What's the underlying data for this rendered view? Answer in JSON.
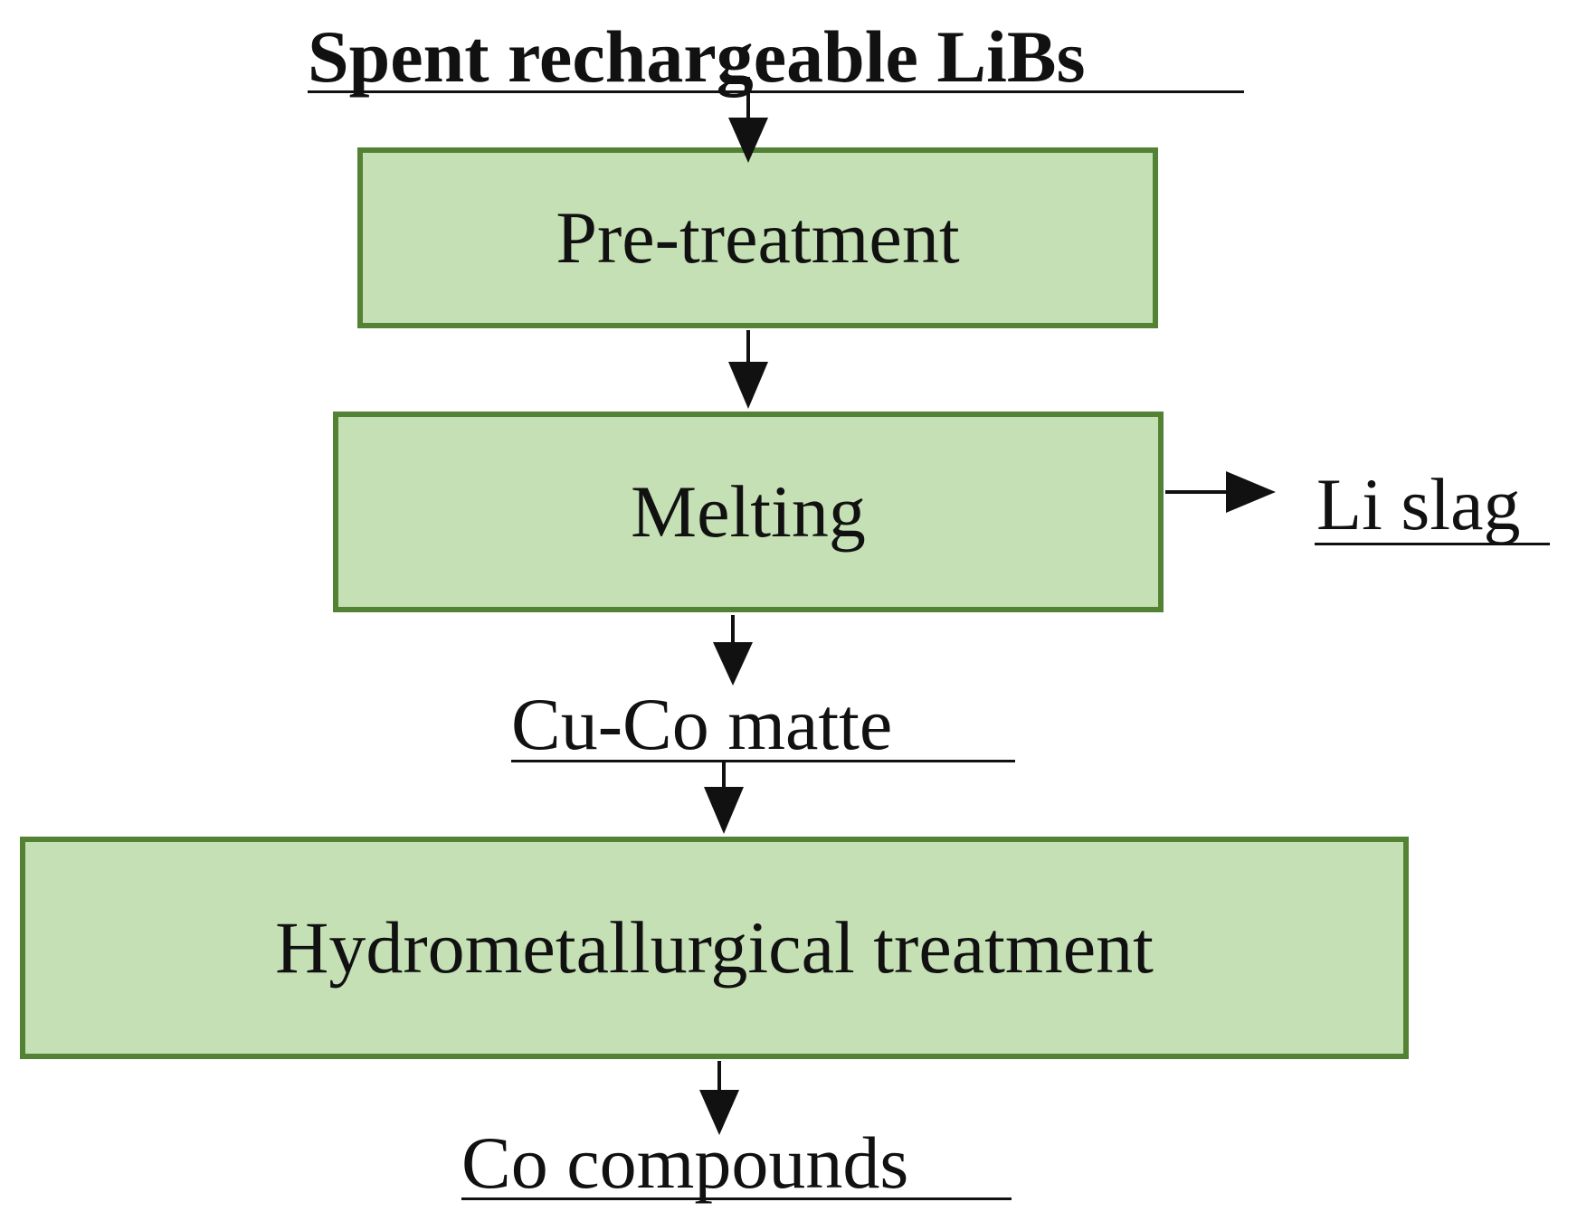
{
  "diagram": {
    "input": "Spent rechargeable LiBs",
    "steps": [
      "Pre-treatment",
      "Melting",
      "Hydrometallurgical treatment"
    ],
    "side_output": "Li slag",
    "intermediate": "Cu-Co matte",
    "final_output": "Co compounds"
  },
  "colors": {
    "box_fill": "#c5e0b4",
    "box_border": "#548235",
    "arrow": "#111111"
  }
}
